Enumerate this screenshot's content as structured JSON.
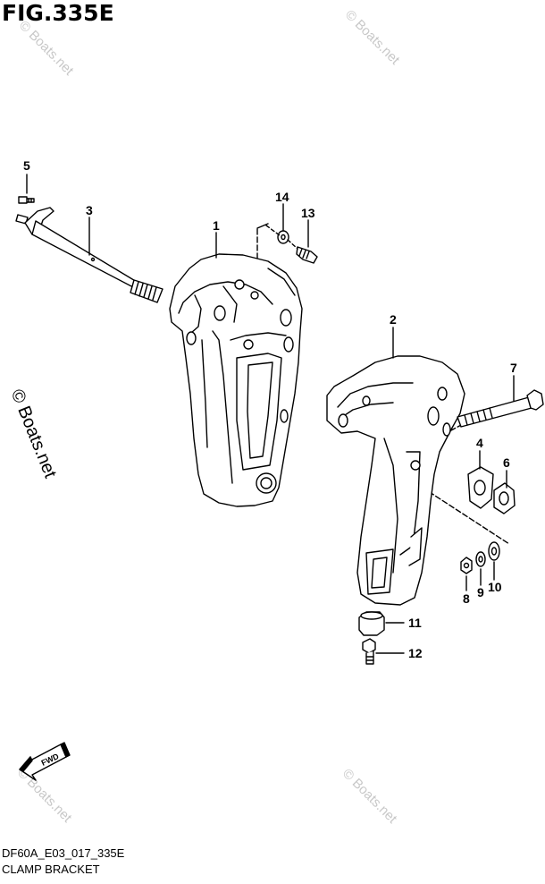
{
  "figure": {
    "title": "FIG.335E",
    "code": "DF60A_E03_017_335E",
    "caption": "CLAMP BRACKET"
  },
  "watermark": {
    "text": "© Boats.net"
  },
  "fwd_label": "FWD",
  "parts": [
    {
      "num": "1"
    },
    {
      "num": "2"
    },
    {
      "num": "3"
    },
    {
      "num": "4"
    },
    {
      "num": "5"
    },
    {
      "num": "6"
    },
    {
      "num": "7"
    },
    {
      "num": "8"
    },
    {
      "num": "9"
    },
    {
      "num": "10"
    },
    {
      "num": "11"
    },
    {
      "num": "12"
    },
    {
      "num": "13"
    },
    {
      "num": "14"
    }
  ]
}
